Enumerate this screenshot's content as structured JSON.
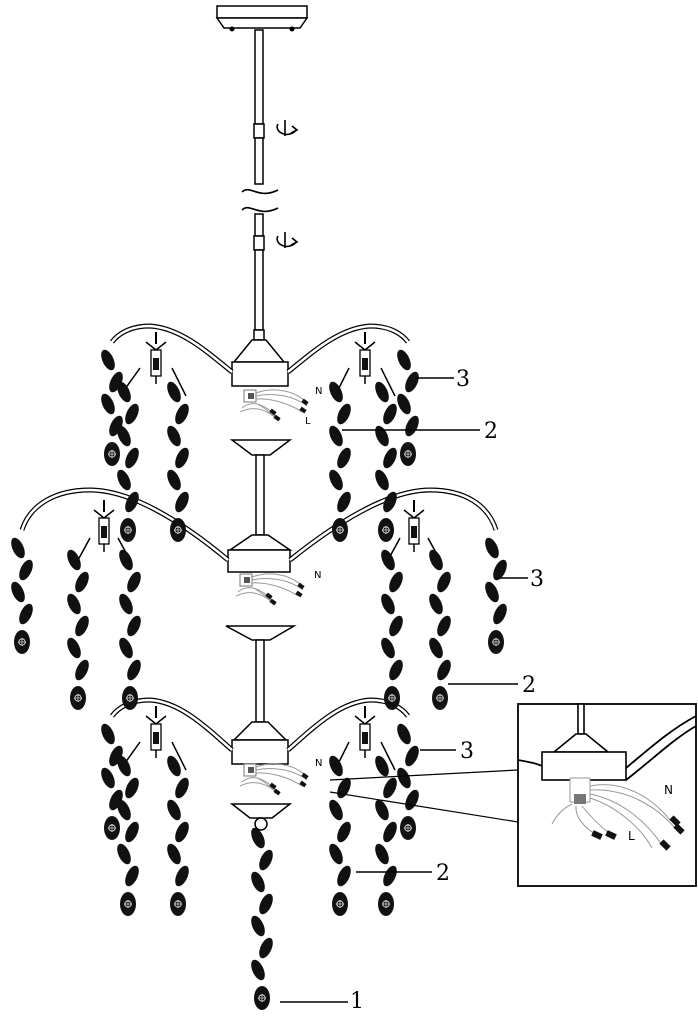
{
  "colors": {
    "line": "#000000",
    "crystal": "#111111",
    "wire": "#999999",
    "background": "#ffffff"
  },
  "callouts": {
    "crystal_pendant": "1",
    "crystal_string": "2",
    "arm_hook": "3"
  },
  "wire_labels": {
    "neutral": "N",
    "live": "L"
  },
  "icons": [
    "rotation-arrow-icon",
    "break-mark-icon"
  ]
}
